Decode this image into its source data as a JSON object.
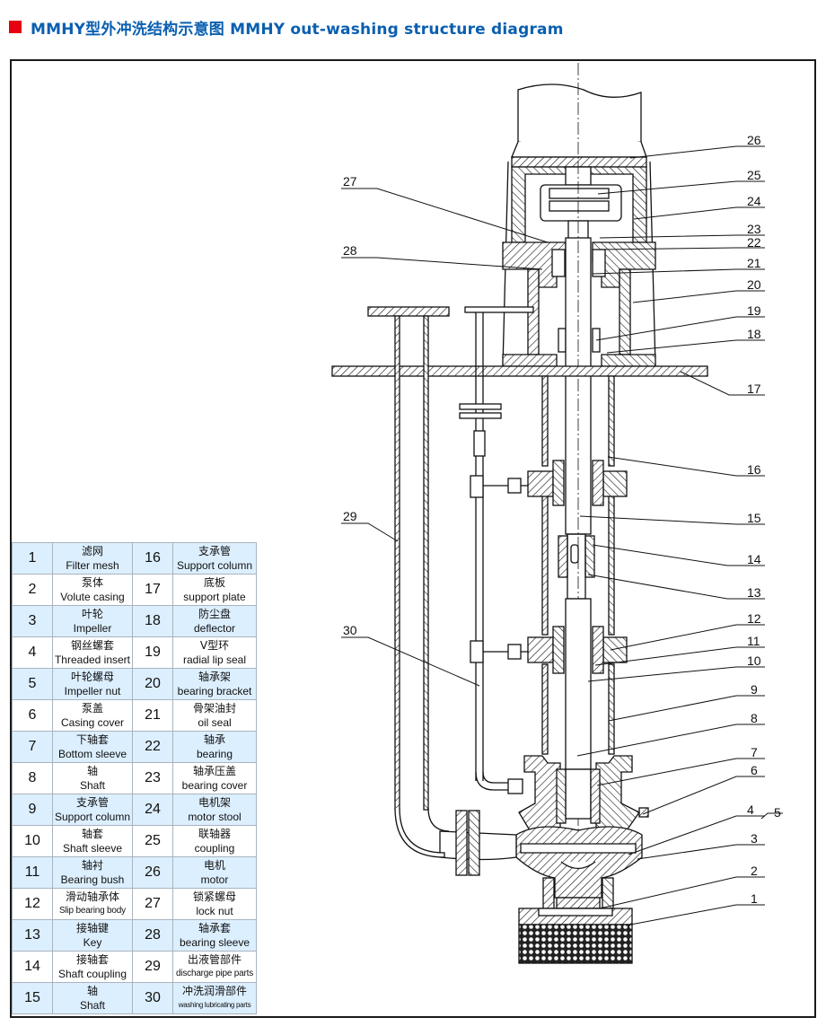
{
  "title": {
    "text": "MMHY型外冲洗结构示意图 MMHY out-washing structure diagram",
    "accent_color": "#e60012",
    "text_color": "#0a5fb0"
  },
  "legend": {
    "rows": [
      {
        "left": {
          "num": "1",
          "cn": "滤网",
          "en": "Filter mesh"
        },
        "right": {
          "num": "16",
          "cn": "支承管",
          "en": "Support column"
        }
      },
      {
        "left": {
          "num": "2",
          "cn": "泵体",
          "en": "Volute casing"
        },
        "right": {
          "num": "17",
          "cn": "底板",
          "en": "support plate"
        }
      },
      {
        "left": {
          "num": "3",
          "cn": "叶轮",
          "en": "Impeller"
        },
        "right": {
          "num": "18",
          "cn": "防尘盘",
          "en": "deflector"
        }
      },
      {
        "left": {
          "num": "4",
          "cn": "钢丝螺套",
          "en": "Threaded insert"
        },
        "right": {
          "num": "19",
          "cn": "V型环",
          "en": "radial lip seal"
        }
      },
      {
        "left": {
          "num": "5",
          "cn": "叶轮螺母",
          "en": "Impeller nut"
        },
        "right": {
          "num": "20",
          "cn": "轴承架",
          "en": "bearing bracket"
        }
      },
      {
        "left": {
          "num": "6",
          "cn": "泵盖",
          "en": "Casing cover"
        },
        "right": {
          "num": "21",
          "cn": "骨架油封",
          "en": "oil seal"
        }
      },
      {
        "left": {
          "num": "7",
          "cn": "下轴套",
          "en": "Bottom sleeve"
        },
        "right": {
          "num": "22",
          "cn": "轴承",
          "en": "bearing"
        }
      },
      {
        "left": {
          "num": "8",
          "cn": "轴",
          "en": "Shaft"
        },
        "right": {
          "num": "23",
          "cn": "轴承压盖",
          "en": "bearing cover"
        }
      },
      {
        "left": {
          "num": "9",
          "cn": "支承管",
          "en": "Support column"
        },
        "right": {
          "num": "24",
          "cn": "电机架",
          "en": "motor stool"
        }
      },
      {
        "left": {
          "num": "10",
          "cn": "轴套",
          "en": "Shaft sleeve"
        },
        "right": {
          "num": "25",
          "cn": "联轴器",
          "en": "coupling"
        }
      },
      {
        "left": {
          "num": "11",
          "cn": "轴衬",
          "en": "Bearing bush"
        },
        "right": {
          "num": "26",
          "cn": "电机",
          "en": "motor"
        }
      },
      {
        "left": {
          "num": "12",
          "cn": "滑动轴承体",
          "en": "Slip bearing body"
        },
        "right": {
          "num": "27",
          "cn": "锁紧螺母",
          "en": "lock nut"
        }
      },
      {
        "left": {
          "num": "13",
          "cn": "接轴键",
          "en": "Key"
        },
        "right": {
          "num": "28",
          "cn": "轴承套",
          "en": "bearing sleeve"
        }
      },
      {
        "left": {
          "num": "14",
          "cn": "接轴套",
          "en": "Shaft coupling"
        },
        "right": {
          "num": "29",
          "cn": "出液管部件",
          "en": "discharge pipe parts"
        }
      },
      {
        "left": {
          "num": "15",
          "cn": "轴",
          "en": "Shaft"
        },
        "right": {
          "num": "30",
          "cn": "冲洗润滑部件",
          "en": "washing lubricating parts"
        }
      }
    ]
  },
  "callouts": {
    "right": [
      "26",
      "25",
      "24",
      "23",
      "22",
      "21",
      "20",
      "19",
      "18",
      "17",
      "16",
      "15",
      "14",
      "13",
      "12",
      "11",
      "10",
      "9",
      "8",
      "7",
      "6",
      "4",
      "5",
      "3",
      "2",
      "1"
    ],
    "left": [
      "27",
      "28",
      "29",
      "30"
    ]
  }
}
